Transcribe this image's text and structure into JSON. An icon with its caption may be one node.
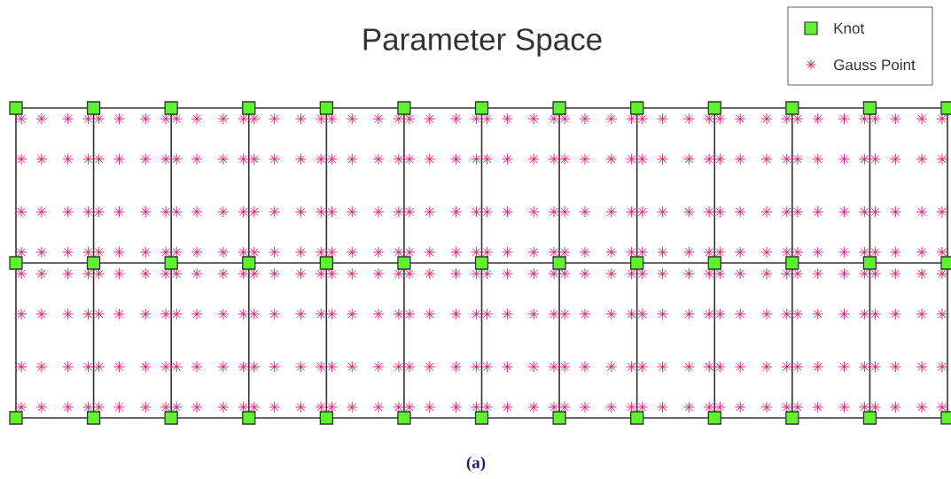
{
  "diagram": {
    "title": "Parameter Space",
    "caption": "(a)",
    "legend": [
      {
        "text": "Knot"
      },
      {
        "text": "Gauss Point"
      }
    ]
  }
}
